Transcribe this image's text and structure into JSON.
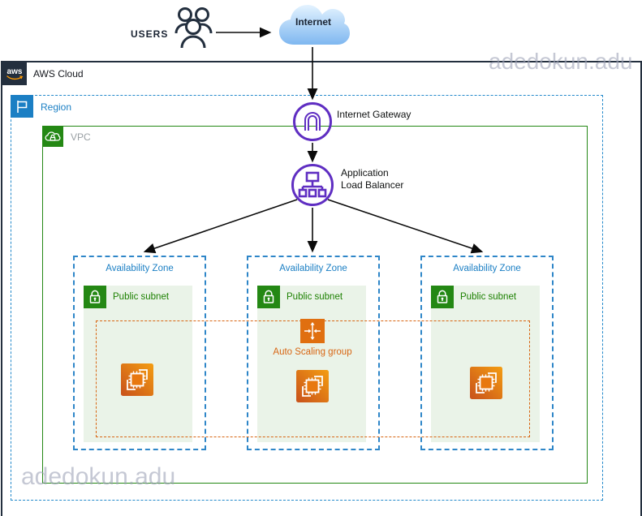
{
  "watermarks": {
    "top_right": "adedokun.adu",
    "bottom_left": "adedokun.adu"
  },
  "external": {
    "users_label": "USERS",
    "internet_label": "Internet"
  },
  "aws_cloud": {
    "logo_text": "aws",
    "label": "AWS Cloud"
  },
  "region": {
    "label": "Region"
  },
  "vpc": {
    "label": "VPC"
  },
  "internet_gateway": {
    "label": "Internet Gateway"
  },
  "load_balancer": {
    "line1": "Application",
    "line2": "Load Balancer"
  },
  "auto_scaling": {
    "label": "Auto Scaling group"
  },
  "availability_zones": [
    {
      "label": "Availability Zone",
      "subnet_label": "Public subnet"
    },
    {
      "label": "Availability Zone",
      "subnet_label": "Public subnet"
    },
    {
      "label": "Availability Zone",
      "subnet_label": "Public subnet"
    }
  ],
  "connections": [
    {
      "from": "users",
      "to": "internet"
    },
    {
      "from": "internet",
      "to": "internet-gateway"
    },
    {
      "from": "internet-gateway",
      "to": "application-load-balancer"
    },
    {
      "from": "application-load-balancer",
      "to": "availability-zone-1"
    },
    {
      "from": "application-load-balancer",
      "to": "availability-zone-2"
    },
    {
      "from": "application-load-balancer",
      "to": "availability-zone-3"
    }
  ],
  "icons": {
    "users": "users-icon",
    "internet": "cloud-icon",
    "aws": "aws-logo-icon",
    "region": "flag-icon",
    "vpc": "cloud-lock-icon",
    "subnet": "lock-icon",
    "internet_gateway": "gateway-icon",
    "load_balancer": "load-balancer-icon",
    "auto_scaling": "scaling-arrows-icon",
    "ec2": "ec2-instances-icon"
  },
  "colors": {
    "aws_dark": "#232F3E",
    "region_blue": "#1B7FC4",
    "vpc_green": "#248814",
    "subnet_fill": "#EAF3E8",
    "subnet_text_green": "#1D8102",
    "asg_orange": "#D86613",
    "ec2_orange_light": "#F49D12",
    "ec2_orange_dark": "#DD6E0D",
    "node_purple": "#5F2EC2",
    "cloud_blue_top": "#DCEFFF",
    "cloud_blue_bottom": "#7EB7F0",
    "watermark_gray": "#9EA3B7",
    "aws_smile_orange": "#FF9900"
  }
}
